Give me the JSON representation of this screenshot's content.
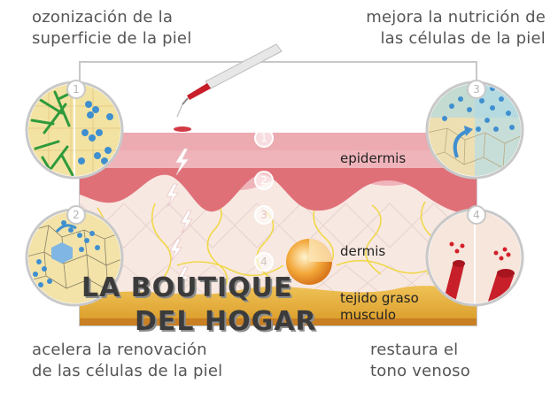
{
  "captions": {
    "top_left": "ozonización de la\nsuperficie de la piel",
    "top_right": "mejora la nutrición de\nlas células de la piel",
    "bottom_left": "acelera la renovación\nde las células de la piel",
    "bottom_right": "restaura el\ntono venoso"
  },
  "layers": {
    "epidermis": "epidermis",
    "dermis": "dermis",
    "fat": "tejido graso",
    "muscle": "musculo"
  },
  "markers": [
    "1",
    "2",
    "3",
    "4"
  ],
  "watermark": {
    "line1": "LA BOUTIQUE",
    "line2": "DEL HOGAR"
  },
  "colors": {
    "epidermis": "#e9a0a8",
    "epidermis_dark": "#e06f76",
    "dermis": "#f8e6e0",
    "fat": "#e8b43c",
    "fibers": "#f2de4a",
    "cells": "#f5e3a6",
    "accent_blue": "#3f8fd0",
    "vein": "#d3202a",
    "marker": "#c8c8c8"
  }
}
